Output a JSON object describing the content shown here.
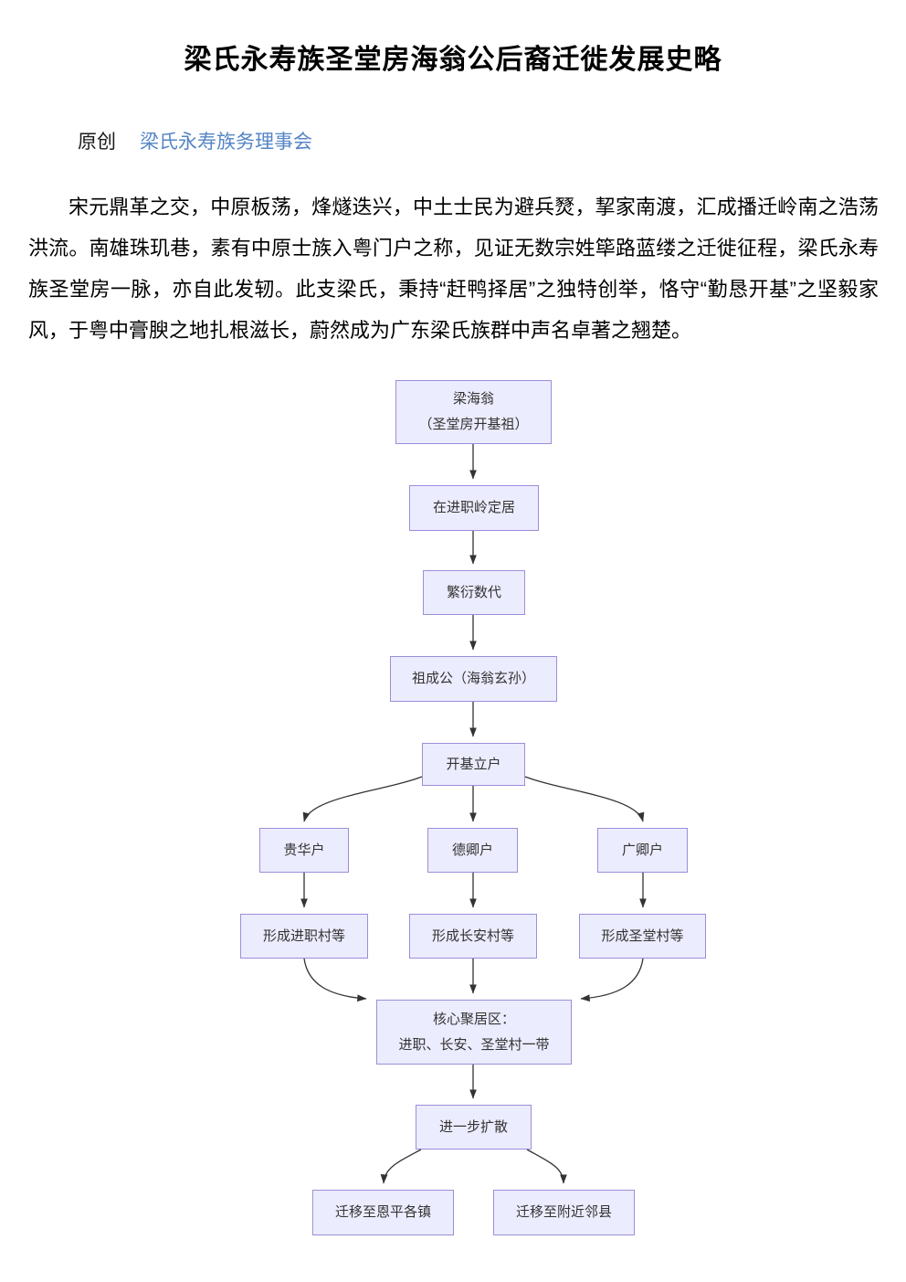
{
  "article": {
    "title": "梁氏永寿族圣堂房海翁公后裔迁徙发展史略",
    "byline": {
      "original_label": "原创",
      "author_link": "梁氏永寿族务理事会"
    },
    "paragraph": "宋元鼎革之交，中原板荡，烽燧迭兴，中土士民为避兵燹，挈家南渡，汇成播迁岭南之浩荡洪流。南雄珠玑巷，素有中原士族入粤门户之称，见证无数宗姓筚路蓝缕之迁徙征程，梁氏永寿族圣堂房一脉，亦自此发轫。此支梁氏，秉持“赶鸭择居”之独特创举，恪守“勤恳开基”之坚毅家风，于粤中膏腴之地扎根滋长，蔚然成为广东梁氏族群中声名卓著之翘楚。"
  },
  "colors": {
    "node_fill": "#ECECFF",
    "node_border": "#9B8ED9",
    "arrow": "#333333",
    "link_blue": "#5585C5"
  },
  "flowchart": {
    "type": "flowchart-top-down",
    "nodes": [
      {
        "id": "haiweng",
        "label": "梁海翁\n（圣堂房开基祖）"
      },
      {
        "id": "settle-jinzhi-ridge",
        "label": "在进职岭定居"
      },
      {
        "id": "multiply-generations",
        "label": "繁衍数代"
      },
      {
        "id": "zuchenggong",
        "label": "祖成公（海翁玄孙）"
      },
      {
        "id": "found-households",
        "label": "开基立户"
      },
      {
        "id": "guihua-hu",
        "label": "贵华户"
      },
      {
        "id": "deqing-hu",
        "label": "德卿户"
      },
      {
        "id": "guangqing-hu",
        "label": "广卿户"
      },
      {
        "id": "form-jinzhi-village",
        "label": "形成进职村等"
      },
      {
        "id": "form-changan-village",
        "label": "形成长安村等"
      },
      {
        "id": "form-shengtang-village",
        "label": "形成圣堂村等"
      },
      {
        "id": "core-settlement",
        "label": "核心聚居区：\n进职、长安、圣堂村一带"
      },
      {
        "id": "further-spread",
        "label": "进一步扩散"
      },
      {
        "id": "move-enping-towns",
        "label": "迁移至恩平各镇"
      },
      {
        "id": "move-nearby-counties",
        "label": "迁移至附近邻县"
      }
    ],
    "edges": [
      [
        "haiweng",
        "settle-jinzhi-ridge"
      ],
      [
        "settle-jinzhi-ridge",
        "multiply-generations"
      ],
      [
        "multiply-generations",
        "zuchenggong"
      ],
      [
        "zuchenggong",
        "found-households"
      ],
      [
        "found-households",
        "guihua-hu"
      ],
      [
        "found-households",
        "deqing-hu"
      ],
      [
        "found-households",
        "guangqing-hu"
      ],
      [
        "guihua-hu",
        "form-jinzhi-village"
      ],
      [
        "deqing-hu",
        "form-changan-village"
      ],
      [
        "guangqing-hu",
        "form-shengtang-village"
      ],
      [
        "form-jinzhi-village",
        "core-settlement"
      ],
      [
        "form-changan-village",
        "core-settlement"
      ],
      [
        "form-shengtang-village",
        "core-settlement"
      ],
      [
        "core-settlement",
        "further-spread"
      ],
      [
        "further-spread",
        "move-enping-towns"
      ],
      [
        "further-spread",
        "move-nearby-counties"
      ]
    ]
  }
}
